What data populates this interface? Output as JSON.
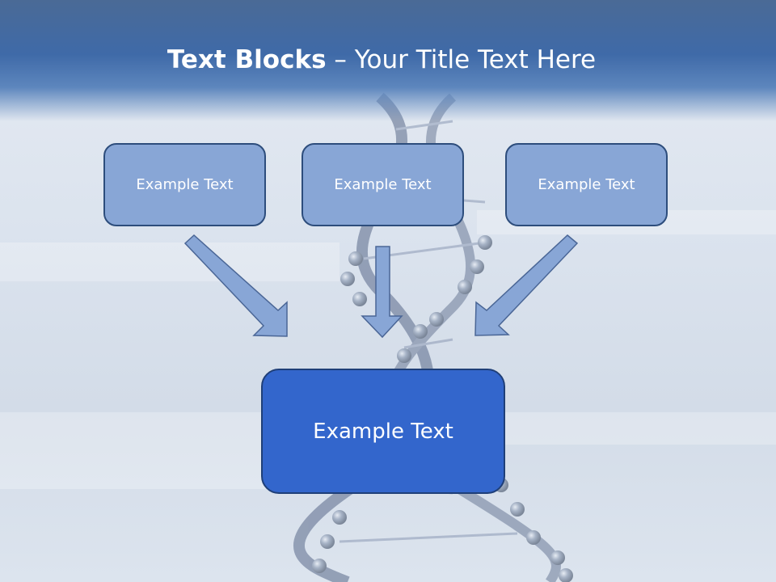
{
  "slide": {
    "title_bold": "Text Blocks",
    "title_rest": " – Your Title Text Here"
  },
  "diagram": {
    "top_boxes": [
      {
        "label": "Example Text"
      },
      {
        "label": "Example Text"
      },
      {
        "label": "Example Text"
      }
    ],
    "main_box": {
      "label": "Example Text"
    }
  },
  "colors": {
    "header": "#3f6aa8",
    "top_box_fill": "#88a6d6",
    "main_box_fill": "#3366cc",
    "arrow_fill": "#88a6d6",
    "border": "#2d4d7c"
  }
}
